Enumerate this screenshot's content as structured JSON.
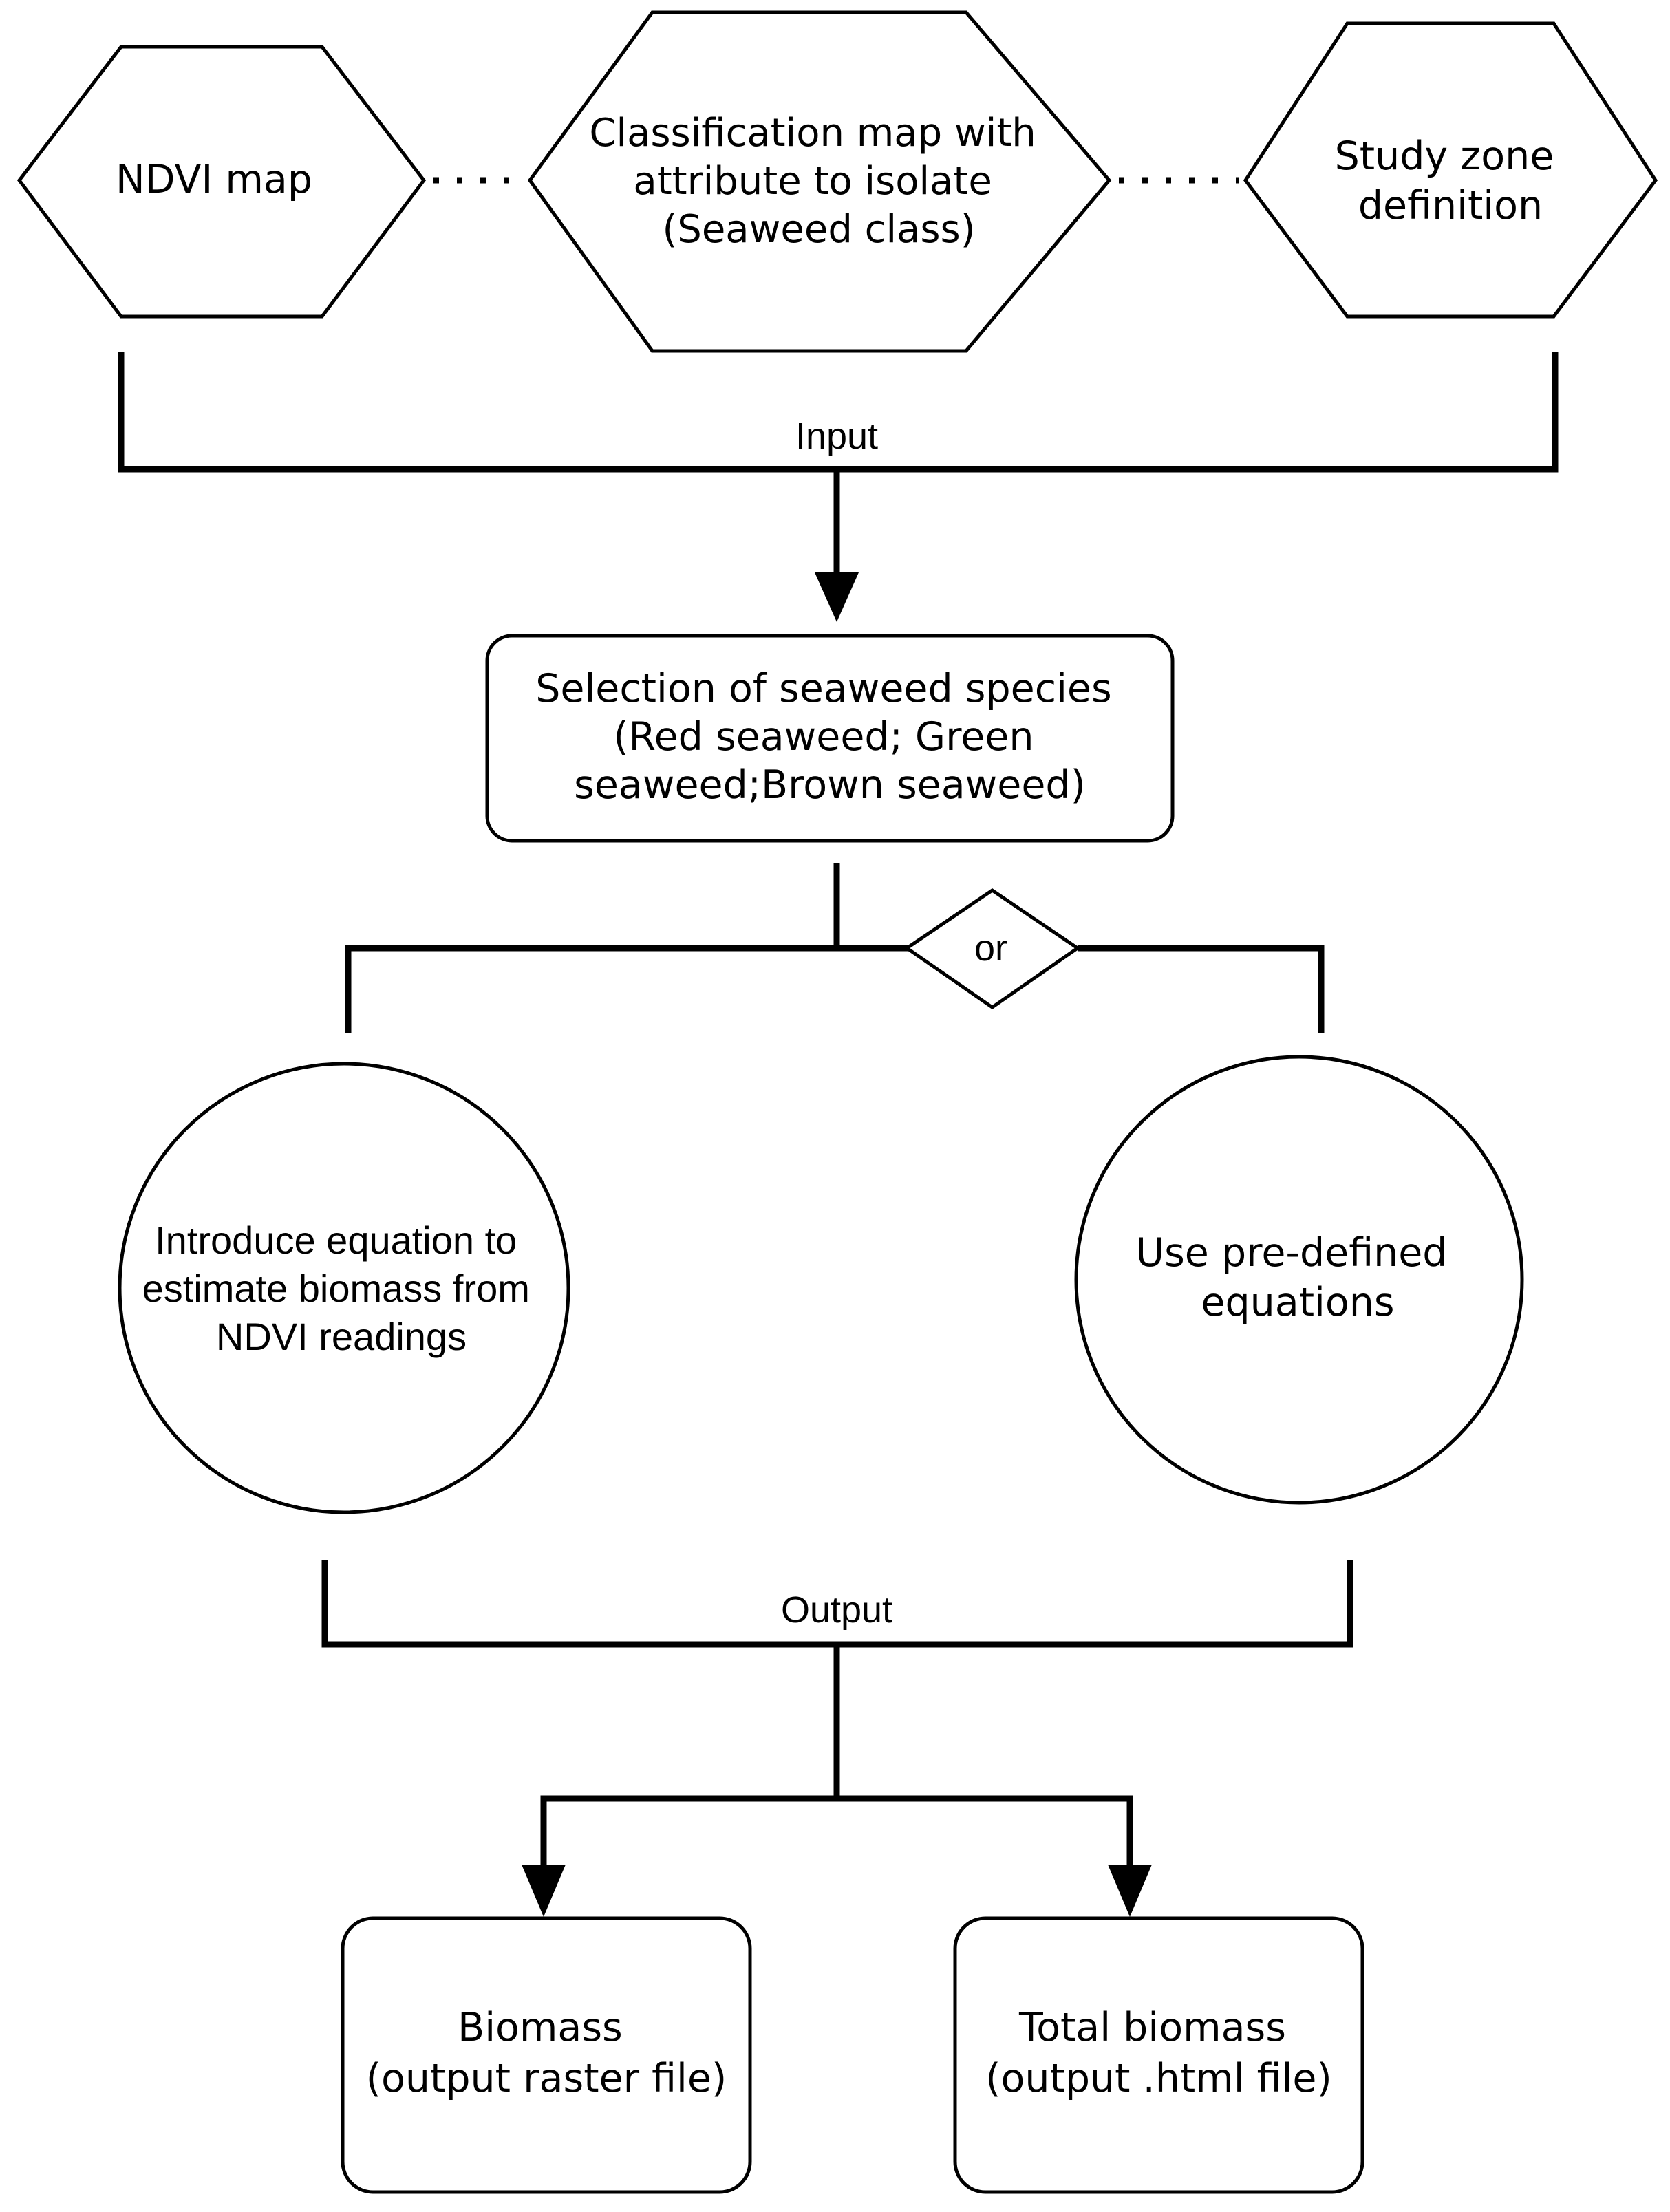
{
  "inputs": {
    "ndvi_map": [
      "NDVI map"
    ],
    "classification_map": [
      "Classification map with",
      "attribute to isolate",
      "(Seaweed class)"
    ],
    "study_zone": [
      "Study zone",
      "definition"
    ]
  },
  "connectors": {
    "input_label": "Input",
    "or_label": "or",
    "output_label": "Output"
  },
  "selection": [
    "Selection of seaweed species",
    "(Red seaweed; Green",
    "seaweed;Brown seaweed)"
  ],
  "options": {
    "introduce_equation": [
      "Introduce equation to",
      "estimate biomass from",
      "NDVI readings"
    ],
    "predefined_equations": [
      "Use pre-defined",
      "equations"
    ]
  },
  "outputs": {
    "biomass": [
      "Biomass",
      "(output raster file)"
    ],
    "total_biomass": [
      "Total biomass",
      "(output .html file)"
    ]
  }
}
